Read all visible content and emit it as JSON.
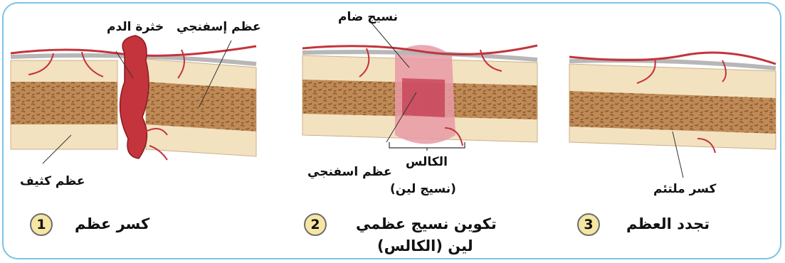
{
  "steps": [
    {
      "number": "1",
      "title": "كسر عظم",
      "labels": {
        "clot": "خثرة الدم",
        "spongy": "عظم إسفنجي",
        "compact": "عظم كثيف"
      }
    },
    {
      "number": "2",
      "title_line1": "تكوين نسيج عظمي",
      "title_line2": "لين (الكالس)",
      "labels": {
        "connective": "نسيج ضام",
        "callus": "الكالس",
        "callus_sub": "(نسيج لين)",
        "spongy": "عظم اسفنجي"
      }
    },
    {
      "number": "3",
      "title": "تجدد العظم",
      "labels": {
        "healed": "كسر ملتئم"
      }
    }
  ],
  "colors": {
    "frame": "#7cc3e3",
    "compact_bone": "#f3e2c0",
    "spongy_bone": "#b98552",
    "blood": "#c3343c",
    "callus": "#e07a8a",
    "badge": "#f6e6a4"
  }
}
